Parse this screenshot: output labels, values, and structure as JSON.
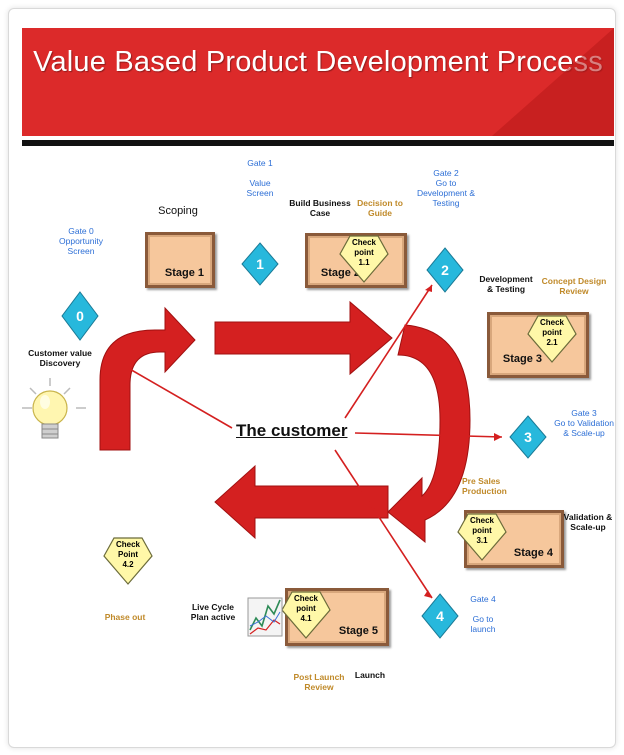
{
  "title": "Value Based Product Development Process",
  "center_label": "The customer",
  "stages": [
    {
      "id": "stage1",
      "label": "Stage 1"
    },
    {
      "id": "stage2",
      "label": "Stage 2"
    },
    {
      "id": "stage3",
      "label": "Stage 3"
    },
    {
      "id": "stage4",
      "label": "Stage 4"
    },
    {
      "id": "stage5",
      "label": "Stage 5"
    }
  ],
  "gates": [
    {
      "number": "0",
      "caption": "Gate 0\nOpportunity\nScreen"
    },
    {
      "number": "1",
      "caption": "Gate 1\n\nValue\nScreen"
    },
    {
      "number": "2",
      "caption": "Gate 2\nGo to\nDevelopment &\nTesting"
    },
    {
      "number": "3",
      "caption": "Gate 3\nGo to Validation\n& Scale-up"
    },
    {
      "number": "4",
      "caption": "Gate 4\n\nGo to\nlaunch"
    }
  ],
  "checkpoints": [
    {
      "id": "cp11",
      "text": "Check\npoint\n1.1"
    },
    {
      "id": "cp21",
      "text": "Check\npoint\n2.1"
    },
    {
      "id": "cp31",
      "text": "Check\npoint\n3.1"
    },
    {
      "id": "cp41",
      "text": "Check\npoint\n4.1"
    },
    {
      "id": "cp42",
      "text": "Check\nPoint\n4.2"
    }
  ],
  "labels": {
    "scoping": "Scoping",
    "build_business_case": "Build Business\nCase",
    "decision_to_guide": "Decision to\nGuide",
    "dev_testing": "Development\n& Testing",
    "concept_design_review": "Concept Design\nReview",
    "customer_value_discovery": "Customer value\nDiscovery",
    "pre_sales_production": "Pre Sales\nProduction",
    "validation_scaleup": "Validation &\nScale-up",
    "life_cycle": "Live Cycle\nPlan active",
    "phase_out": "Phase out",
    "post_launch_review": "Post Launch\nReview",
    "launch": "Launch"
  },
  "colors": {
    "banner": "#dc2a2a",
    "arrow": "#d42020",
    "stage_fill": "#f6c79c",
    "gate_fill": "#27b8dc",
    "checkpoint_fill": "#fff8a8",
    "gate_text": "#2d6fd6",
    "tan_text": "#c08a2a"
  }
}
